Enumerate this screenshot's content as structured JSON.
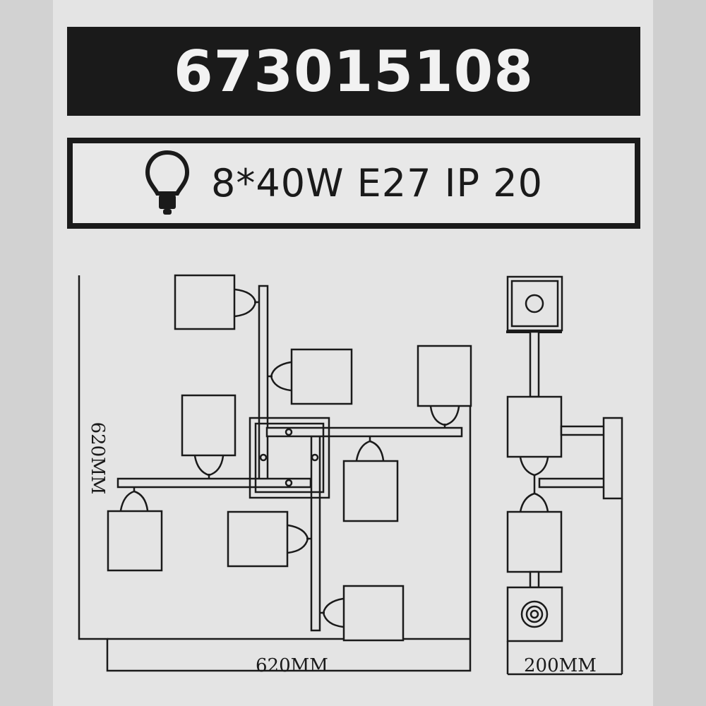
{
  "header": {
    "model_code": "673015108"
  },
  "spec": {
    "bulb_icon": "light-bulb-icon",
    "text": "8*40W E27 IP 20"
  },
  "dimensions": {
    "width": "620MM",
    "height": "620MM",
    "depth": "200MM"
  },
  "colors": {
    "ink": "#1a1a1a",
    "paper": "#e4e4e4"
  }
}
